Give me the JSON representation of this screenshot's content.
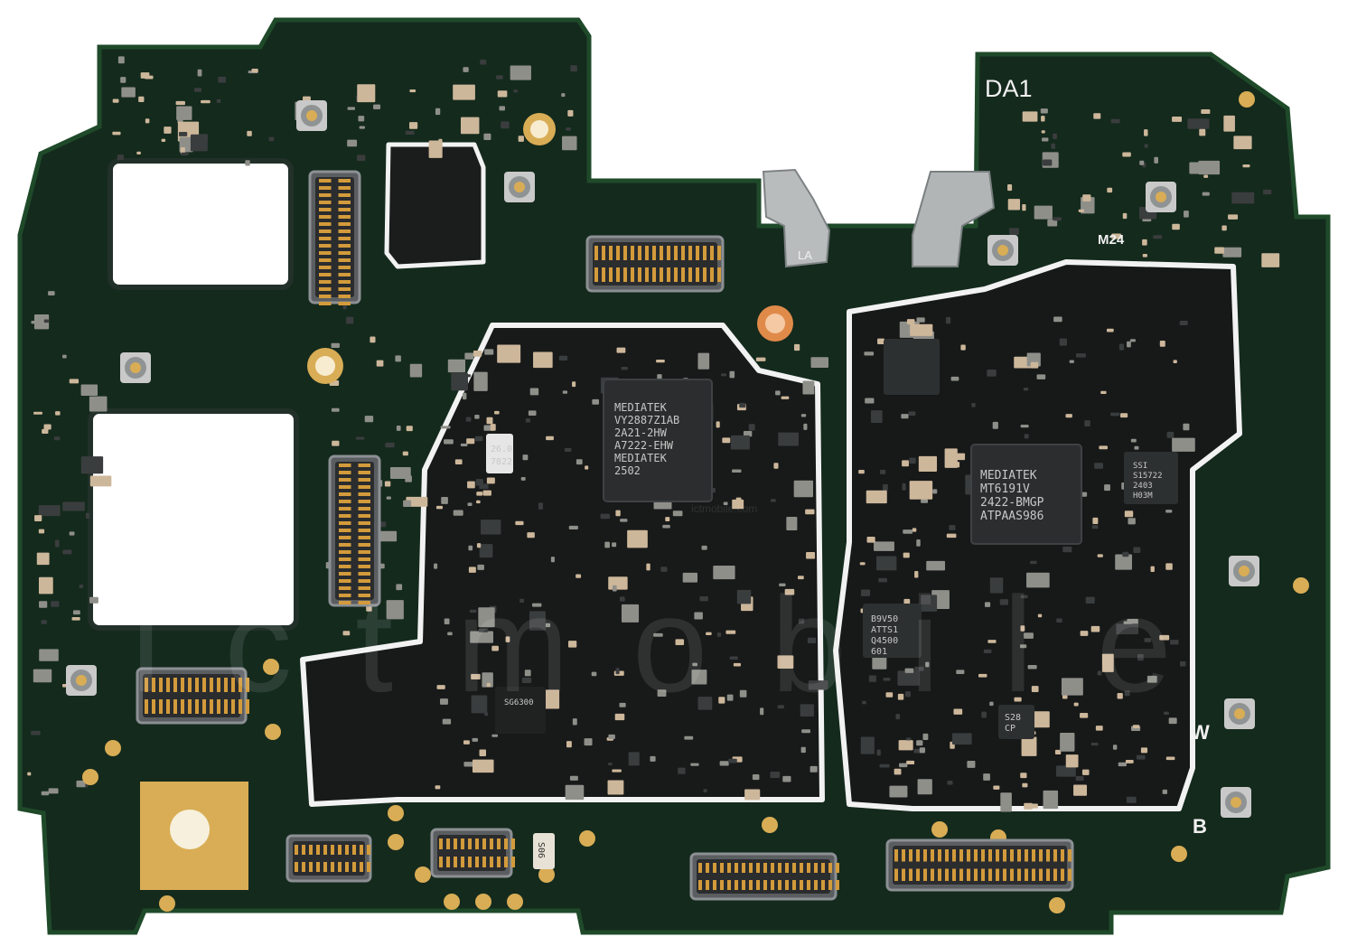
{
  "board": {
    "colors": {
      "background": "#ffffff",
      "pcb": "#122319",
      "pcb_edge": "#1b3a24",
      "gold": "#d9ad55",
      "shield_line": "#f2f2f2",
      "chip": "#2b2d2e",
      "silkscreen": "#f0f0f0"
    },
    "silkscreen": {
      "da1": "DA1",
      "m24": "M24",
      "w": "W",
      "b": "B",
      "la": "LA"
    },
    "chips": {
      "mediatek_left": {
        "lines": [
          "MEDIATEK",
          "VY2887Z1AB",
          "2A21-2HW",
          "A7222-EHW",
          "MEDIATEK",
          "2502"
        ]
      },
      "mediatek_right": {
        "lines": [
          "MEDIATEK",
          "MT6191V",
          "2422-BMGP",
          "ATPAAS986"
        ]
      },
      "pmic_small": {
        "lines": [
          "SSI",
          "S15722",
          "2403",
          "H03M"
        ]
      },
      "b9v": {
        "lines": [
          "B9V50",
          "ATTS1",
          "Q4500",
          "601"
        ]
      },
      "crystal": {
        "lines": [
          "26.0",
          "7822"
        ]
      },
      "s28": {
        "lines": [
          "S28",
          "CP"
        ]
      },
      "sg_chip": {
        "lines": [
          "SG6300"
        ]
      },
      "side_label": "S06"
    },
    "watermark": {
      "main": "ictmobile",
      "url": "ictmobile.com"
    }
  }
}
